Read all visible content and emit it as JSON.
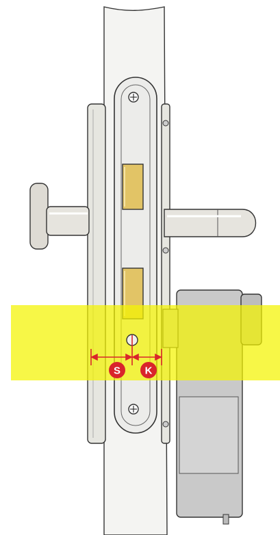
{
  "markers": [
    {
      "id": "s",
      "label": "S"
    },
    {
      "id": "k",
      "label": "K"
    }
  ],
  "colors": {
    "highlight_band": "#f4f400",
    "marker_fill": "#d9252b",
    "marker_text": "#ffffff",
    "dimension_line": "#d9252b",
    "metal": "#dcdcd6",
    "metal_outline": "#333333",
    "brass": "#e2c466",
    "cylinder_gray": "#c8c8c8"
  },
  "icons": {
    "screw": "screw-icon",
    "lock_body": "mortise-lock-body-icon",
    "handle": "door-handle-icon",
    "cylinder": "lock-cylinder-icon"
  }
}
